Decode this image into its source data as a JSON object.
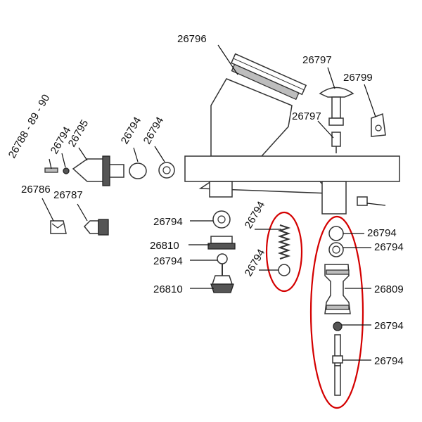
{
  "colors": {
    "highlight": "#d40000",
    "ink": "#111111",
    "part_fill": "#ffffff",
    "part_dark": "#555555"
  },
  "labels": {
    "top_cup": "26796",
    "trigger_top": "26797",
    "trigger_stem": "26797",
    "side_tab": "26799",
    "nozzle_set": "26788 - 89 - 90",
    "nozzle_oring": "26794",
    "nozzle_cap": "26795",
    "head_ring_a": "26794",
    "head_ring_b": "26794",
    "nozzle_small": "26786",
    "nozzle_guard": "26787",
    "valve_ring_top": "26794",
    "valve_body_top": "26810",
    "valve_ring_mid": "26794",
    "valve_body_bottom": "26810",
    "spring": "26794",
    "spring_ring": "26794",
    "right_ring_1": "26794",
    "right_ring_2": "26794",
    "right_body": "26809",
    "right_ball": "26794",
    "right_pin": "26794"
  }
}
